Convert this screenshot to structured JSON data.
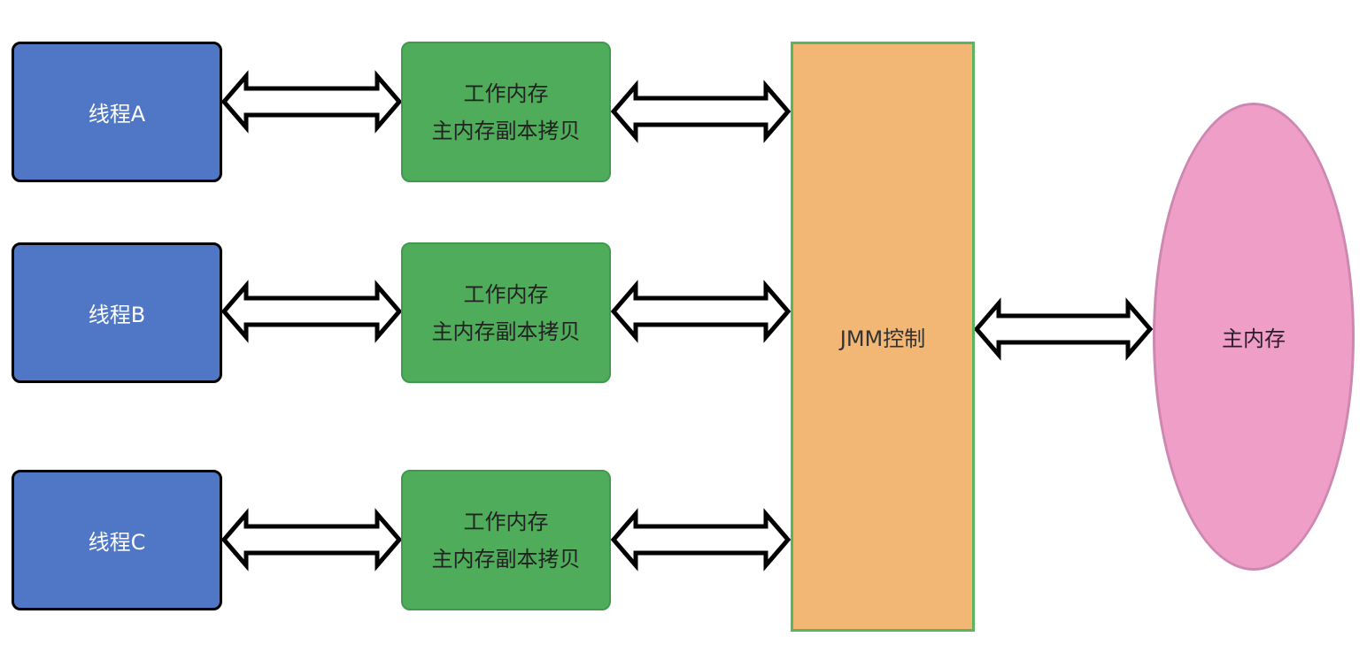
{
  "diagram": {
    "title": "",
    "threads": [
      {
        "label": "线程A"
      },
      {
        "label": "线程B"
      },
      {
        "label": "线程C"
      }
    ],
    "working_memories": [
      {
        "line1": "工作内存",
        "line2": "主内存副本拷贝"
      },
      {
        "line1": "工作内存",
        "line2": "主内存副本拷贝"
      },
      {
        "line1": "工作内存",
        "line2": "主内存副本拷贝"
      }
    ],
    "jmm": {
      "label": "JMM控制"
    },
    "main_memory": {
      "label": "主内存"
    },
    "connections": [
      {
        "from": "线程A",
        "to": "工作内存",
        "type": "bidirectional"
      },
      {
        "from": "线程B",
        "to": "工作内存",
        "type": "bidirectional"
      },
      {
        "from": "线程C",
        "to": "工作内存",
        "type": "bidirectional"
      },
      {
        "from": "工作内存",
        "to": "JMM控制",
        "type": "bidirectional"
      },
      {
        "from": "工作内存",
        "to": "JMM控制",
        "type": "bidirectional"
      },
      {
        "from": "工作内存",
        "to": "JMM控制",
        "type": "bidirectional"
      },
      {
        "from": "JMM控制",
        "to": "主内存",
        "type": "bidirectional"
      }
    ],
    "colors": {
      "thread_fill": "#4f77c6",
      "work_fill": "#4fac5b",
      "jmm_fill": "#f2b675",
      "jmm_border": "#5bb55e",
      "main_fill": "#ef9ec8",
      "main_border": "#cd88b2"
    }
  }
}
